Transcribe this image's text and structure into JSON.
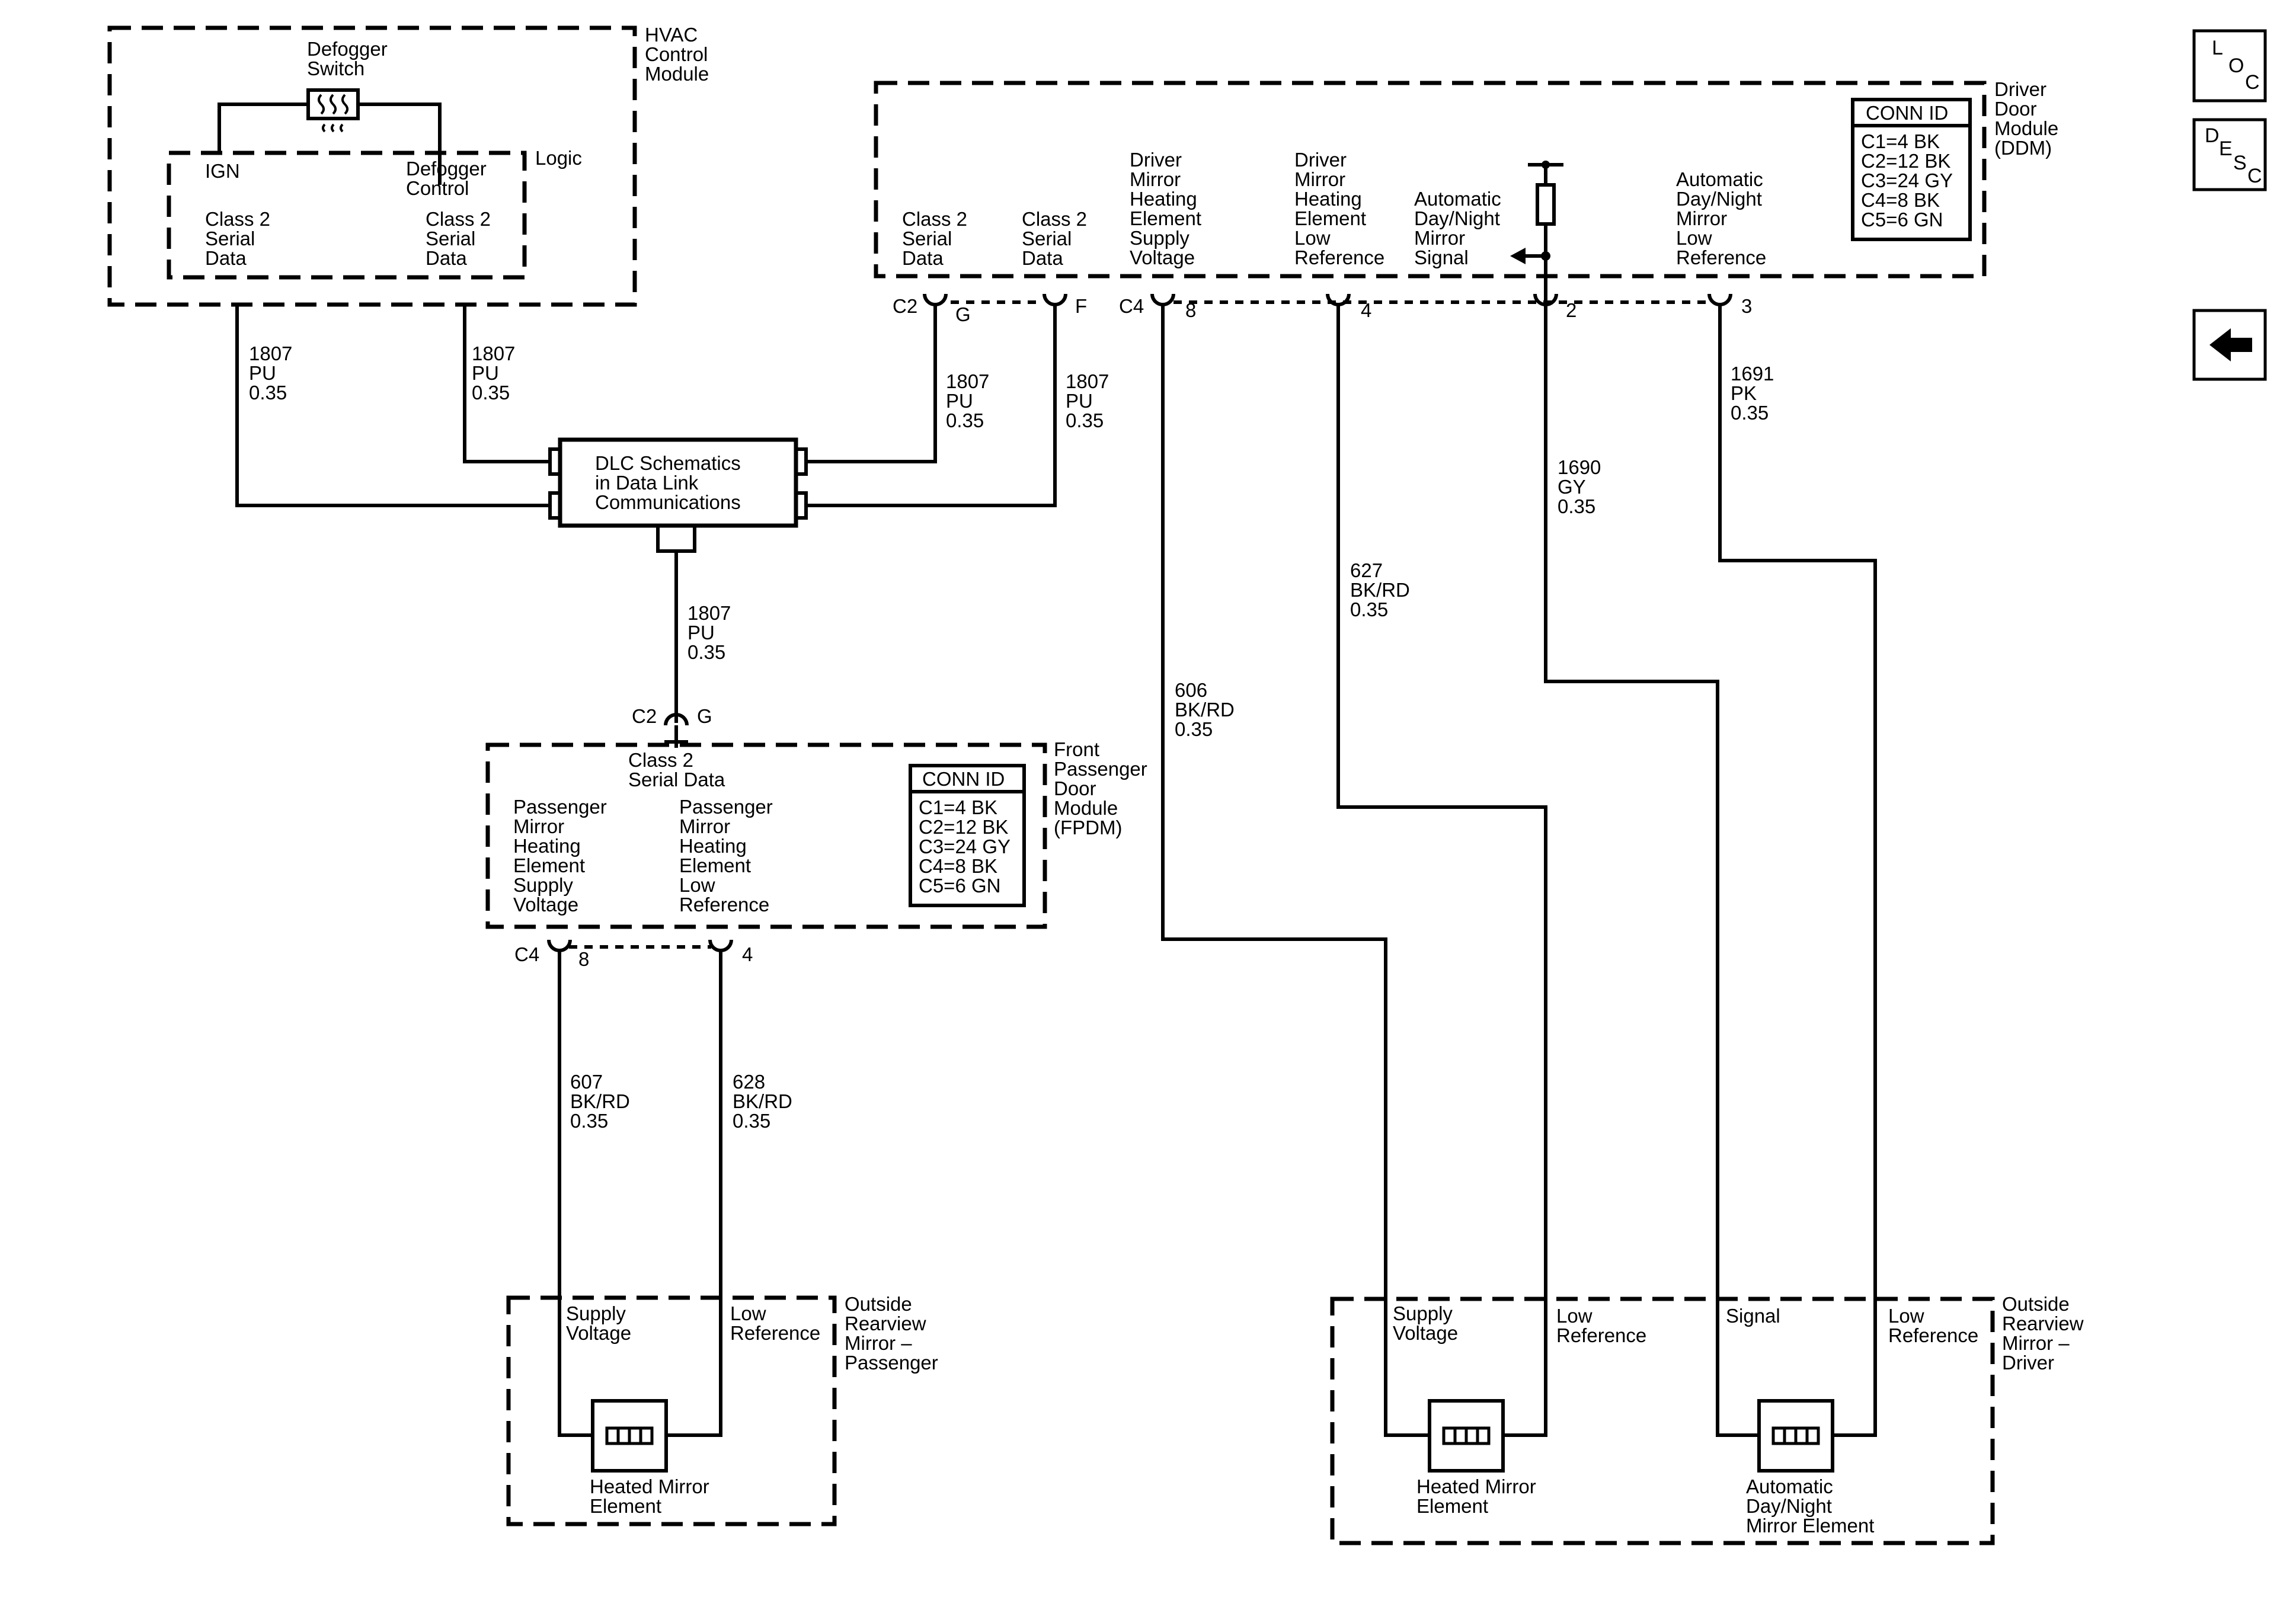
{
  "hvac": {
    "module": [
      "HVAC",
      "Control",
      "Module"
    ],
    "switch": [
      "Defogger",
      "Switch"
    ],
    "logic": "Logic",
    "ign": "IGN",
    "defog_ctrl": [
      "Defogger",
      "Control"
    ],
    "serial_left": [
      "Class 2",
      "Serial",
      "Data"
    ],
    "serial_right": [
      "Class 2",
      "Serial",
      "Data"
    ]
  },
  "wires": {
    "hvac_left": [
      "1807",
      "PU",
      "0.35"
    ],
    "hvac_right": [
      "1807",
      "PU",
      "0.35"
    ],
    "ddm_g": [
      "1807",
      "PU",
      "0.35"
    ],
    "ddm_f": [
      "1807",
      "PU",
      "0.35"
    ],
    "dlc_down": [
      "1807",
      "PU",
      "0.35"
    ],
    "w606": [
      "606",
      "BK/RD",
      "0.35"
    ],
    "w627": [
      "627",
      "BK/RD",
      "0.35"
    ],
    "w1690": [
      "1690",
      "GY",
      "0.35"
    ],
    "w1691": [
      "1691",
      "PK",
      "0.35"
    ],
    "w607": [
      "607",
      "BK/RD",
      "0.35"
    ],
    "w628": [
      "628",
      "BK/RD",
      "0.35"
    ]
  },
  "dlc": [
    "DLC Schematics",
    "in Data Link",
    "Communications"
  ],
  "ddm": {
    "module": [
      "Driver",
      "Door",
      "Module",
      "(DDM)"
    ],
    "pins": {
      "class2_g": [
        "Class 2",
        "Serial",
        "Data"
      ],
      "class2_f": [
        "Class 2",
        "Serial",
        "Data"
      ],
      "supply": [
        "Driver",
        "Mirror",
        "Heating",
        "Element",
        "Supply",
        "Voltage"
      ],
      "lowref": [
        "Driver",
        "Mirror",
        "Heating",
        "Element",
        "Low",
        "Reference"
      ],
      "signal": [
        "Automatic",
        "Day/Night",
        "Mirror",
        "Signal"
      ],
      "autolow": [
        "Automatic",
        "Day/Night",
        "Mirror",
        "Low",
        "Reference"
      ]
    },
    "conn_title": "CONN ID",
    "conn": [
      "C1=4 BK",
      "C2=12 BK",
      "C3=24 GY",
      "C4=8 BK",
      "C5=6 GN"
    ]
  },
  "connectors": {
    "ddm_c2": "C2",
    "ddm_g": "G",
    "ddm_f": "F",
    "ddm_c4": "C4",
    "ddm_8": "8",
    "ddm_4": "4",
    "ddm_2": "2",
    "ddm_3": "3",
    "fpdm_c2": "C2",
    "fpdm_g": "G",
    "fpdm_c4": "C4",
    "fpdm_8": "8",
    "fpdm_4": "4"
  },
  "fpdm": {
    "module": [
      "Front",
      "Passenger",
      "Door",
      "Module",
      "(FPDM)"
    ],
    "class2": [
      "Class 2",
      "Serial Data"
    ],
    "supply": [
      "Passenger",
      "Mirror",
      "Heating",
      "Element",
      "Supply",
      "Voltage"
    ],
    "lowref": [
      "Passenger",
      "Mirror",
      "Heating",
      "Element",
      "Low",
      "Reference"
    ],
    "conn_title": "CONN ID",
    "conn": [
      "C1=4 BK",
      "C2=12 BK",
      "C3=24 GY",
      "C4=8 BK",
      "C5=6 GN"
    ]
  },
  "pmirror": {
    "module": [
      "Outside",
      "Rearview",
      "Mirror –",
      "Passenger"
    ],
    "supply": [
      "Supply",
      "Voltage"
    ],
    "lowref": [
      "Low",
      "Reference"
    ],
    "element": [
      "Heated Mirror",
      "Element"
    ]
  },
  "dmirror": {
    "module": [
      "Outside",
      "Rearview",
      "Mirror –",
      "Driver"
    ],
    "supply": [
      "Supply",
      "Voltage"
    ],
    "lowref1": [
      "Low",
      "Reference"
    ],
    "signal": "Signal",
    "lowref2": [
      "Low",
      "Reference"
    ],
    "heated": [
      "Heated Mirror",
      "Element"
    ],
    "auto": [
      "Automatic",
      "Day/Night",
      "Mirror Element"
    ]
  },
  "nav": {
    "loc": [
      "L",
      "O",
      "C"
    ],
    "desc": [
      "D",
      "E",
      "S",
      "C"
    ],
    "back_icon": "left-arrow-icon"
  }
}
